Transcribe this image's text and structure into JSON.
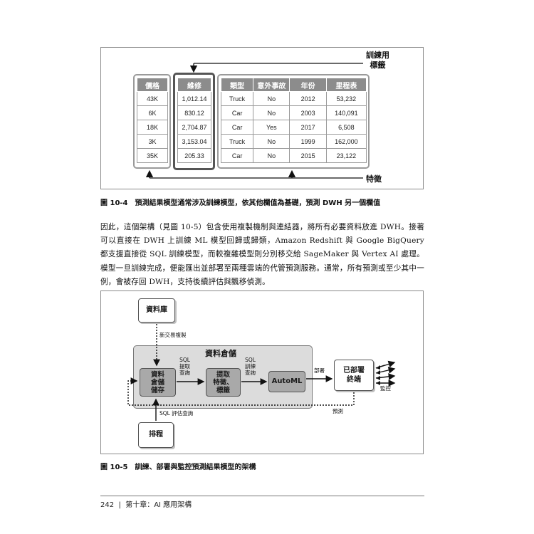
{
  "figure1": {
    "label_train": "訓練用\n標籤",
    "label_features": "特徵",
    "headers": [
      "價格",
      "維修",
      "類型",
      "意外事故",
      "年份",
      "里程表"
    ],
    "rows": [
      [
        "43K",
        "1,012.14",
        "Truck",
        "No",
        "2012",
        "53,232"
      ],
      [
        "6K",
        "830.12",
        "Car",
        "No",
        "2003",
        "140,091"
      ],
      [
        "18K",
        "2,704.87",
        "Car",
        "Yes",
        "2017",
        "6,508"
      ],
      [
        "3K",
        "3,153.04",
        "Truck",
        "No",
        "1999",
        "162,000"
      ],
      [
        "35K",
        "205.33",
        "Car",
        "No",
        "2015",
        "23,122"
      ]
    ],
    "caption": "圖 10-4　預測結果模型通常涉及訓練模型，依其他欄值為基礎，預測 DWH 另一個欄值"
  },
  "paragraph": "因此，這個架構（見圖 10-5）包含使用複製機制與連結器，將所有必要資料放進 DWH。接著可以直接在 DWH 上訓練 ML 模型回歸或歸類，Amazon Redshift 與 Google BigQuery 都支援直接從 SQL 訓練模型，而較複雜模型則分別移交給 SageMaker 與 Vertex AI 處理。模型一旦訓練完成，便能匯出並部署至兩種雲端的代管預測服務。通常，所有預測或至少其中一例，會被存回 DWH，支持後續評估與飄移偵測。",
  "figure2": {
    "database": "資料庫",
    "new_tx_copy": "新交易複製",
    "dw_title": "資料倉儲",
    "storage": "資料\n倉儲\n儲存",
    "sql_extract": "SQL\n提取\n查詢",
    "extract_features": "提取\n特徵、\n標籤",
    "sql_train": "SQL\n訓練\n查詢",
    "automl": "AutoML",
    "deploy": "部署",
    "endpoint": "已部署\n終端",
    "monitor": "監控",
    "predict": "預測",
    "sql_eval": "SQL 評估查詢",
    "scheduler": "排程",
    "caption": "圖 10-5　訓練、部署與監控預測結果模型的架構"
  },
  "footer": {
    "page": "242",
    "chapter": "第十章：AI 應用架構"
  }
}
